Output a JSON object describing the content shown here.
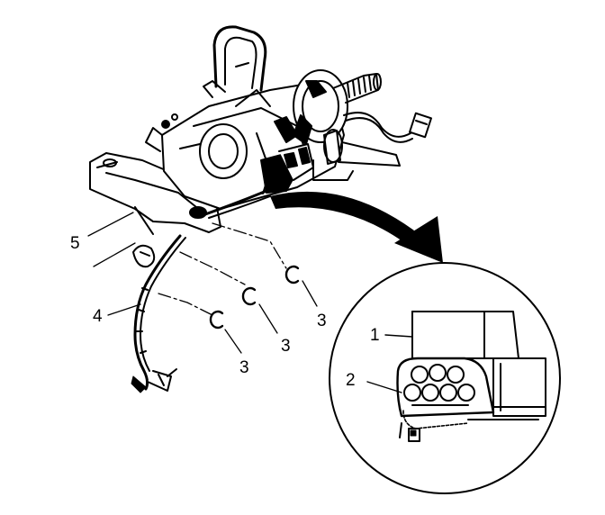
{
  "callouts": {
    "c1": "1",
    "c2": "2",
    "c3a": "3",
    "c3b": "3",
    "c3c": "3",
    "c4": "4",
    "c5": "5"
  },
  "colors": {
    "ink": "#000000",
    "paper": "#ffffff"
  }
}
